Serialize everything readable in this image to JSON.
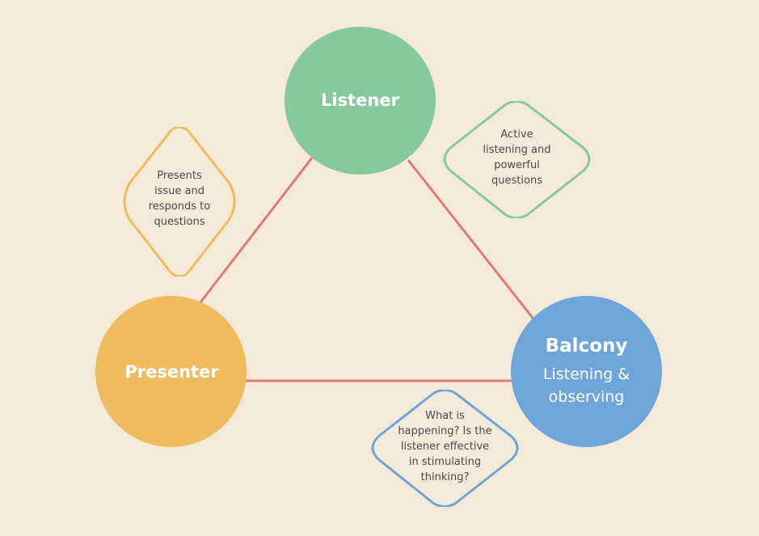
{
  "colors": {
    "background": "#f5ead9",
    "connector": "#e07b74",
    "listener": "#86ca9b",
    "presenter": "#efbb5f",
    "balcony": "#6fa5d9"
  },
  "nodes": {
    "listener": {
      "label": "Listener"
    },
    "presenter": {
      "label": "Presenter"
    },
    "balcony": {
      "label": "Balcony",
      "sub_lines": [
        "Listening &",
        "observing"
      ]
    }
  },
  "cards": {
    "presenter": {
      "lines": [
        "Presents",
        "issue and",
        "responds to",
        "questions"
      ]
    },
    "listener": {
      "lines": [
        "Active",
        "listening and",
        "powerful",
        "questions"
      ]
    },
    "balcony": {
      "lines": [
        "What is",
        "happening? Is the",
        "listener effective",
        "in stimulating",
        "thinking?"
      ]
    }
  }
}
